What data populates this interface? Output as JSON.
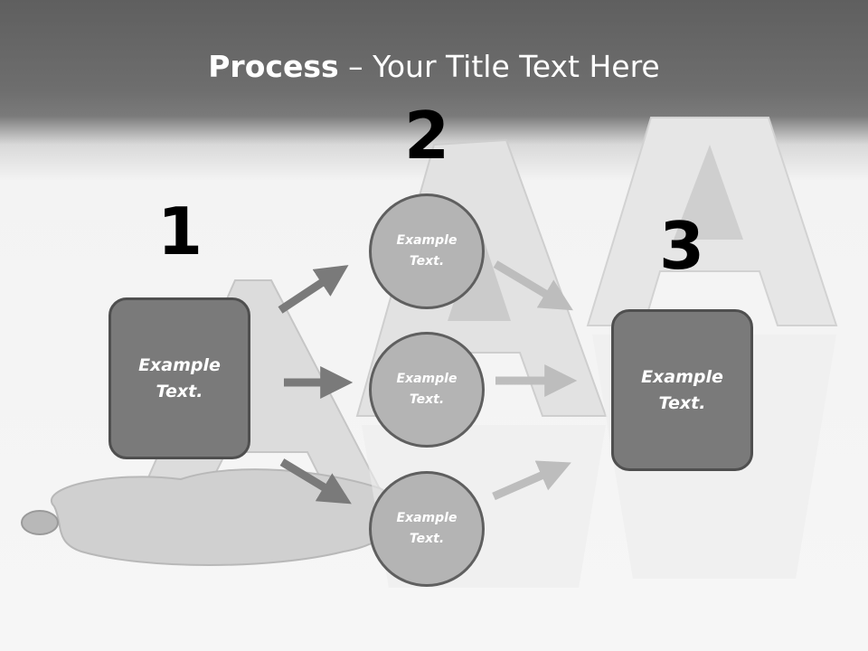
{
  "title": {
    "bold": "Process",
    "rest": " – Your Title Text Here"
  },
  "steps": [
    {
      "number": "1",
      "box_text": "Example Text."
    },
    {
      "number": "2",
      "circles": [
        "Example Text.",
        "Example Text.",
        "Example Text."
      ]
    },
    {
      "number": "3",
      "box_text": "Example Text."
    }
  ],
  "colors": {
    "header": "#666666",
    "box": "#7a7a7a",
    "circle": "#b4b4b4",
    "arrow_dark": "#7a7a7a",
    "arrow_light": "#bdbdbd"
  }
}
